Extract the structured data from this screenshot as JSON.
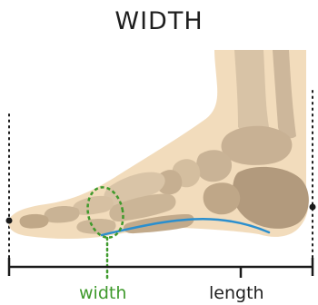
{
  "title": "WIDTH",
  "labels": {
    "width": "width",
    "length": "length"
  },
  "colors": {
    "text": "#1f1f1f",
    "accent_green": "#3f9a2c",
    "arch_blue": "#2b8fce",
    "skin": "#f2dcbc",
    "bone_light": "#cdb79b",
    "bone_dark": "#b29a7d",
    "outline": "#1a1a1a"
  }
}
